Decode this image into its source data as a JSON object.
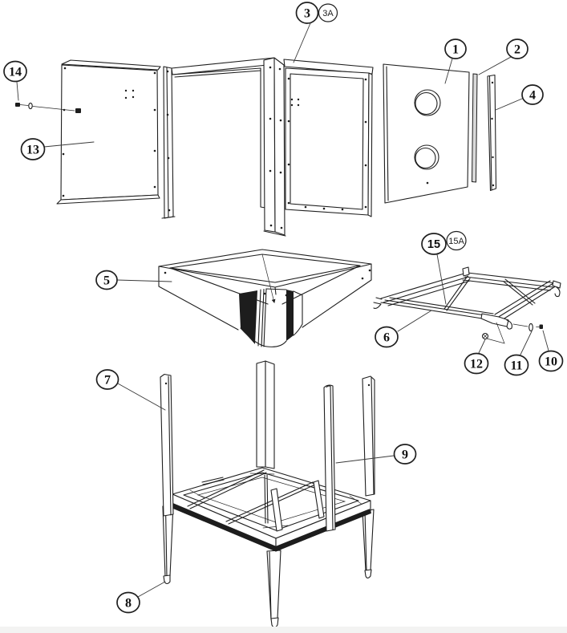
{
  "figure": {
    "kind": "exploded-parts-assembly-diagram",
    "background": "#ffffff",
    "line_color": "#1f1f1f",
    "dark_fill": "#1d1d1d"
  },
  "callouts": [
    {
      "label": "1"
    },
    {
      "label": "2"
    },
    {
      "label": "3"
    },
    {
      "label": "3A"
    },
    {
      "label": "4"
    },
    {
      "label": "5"
    },
    {
      "label": "6"
    },
    {
      "label": "7"
    },
    {
      "label": "8"
    },
    {
      "label": "9"
    },
    {
      "label": "10"
    },
    {
      "label": "11"
    },
    {
      "label": "12"
    },
    {
      "label": "13"
    },
    {
      "label": "14"
    },
    {
      "label": "15"
    },
    {
      "label": "15A"
    }
  ]
}
